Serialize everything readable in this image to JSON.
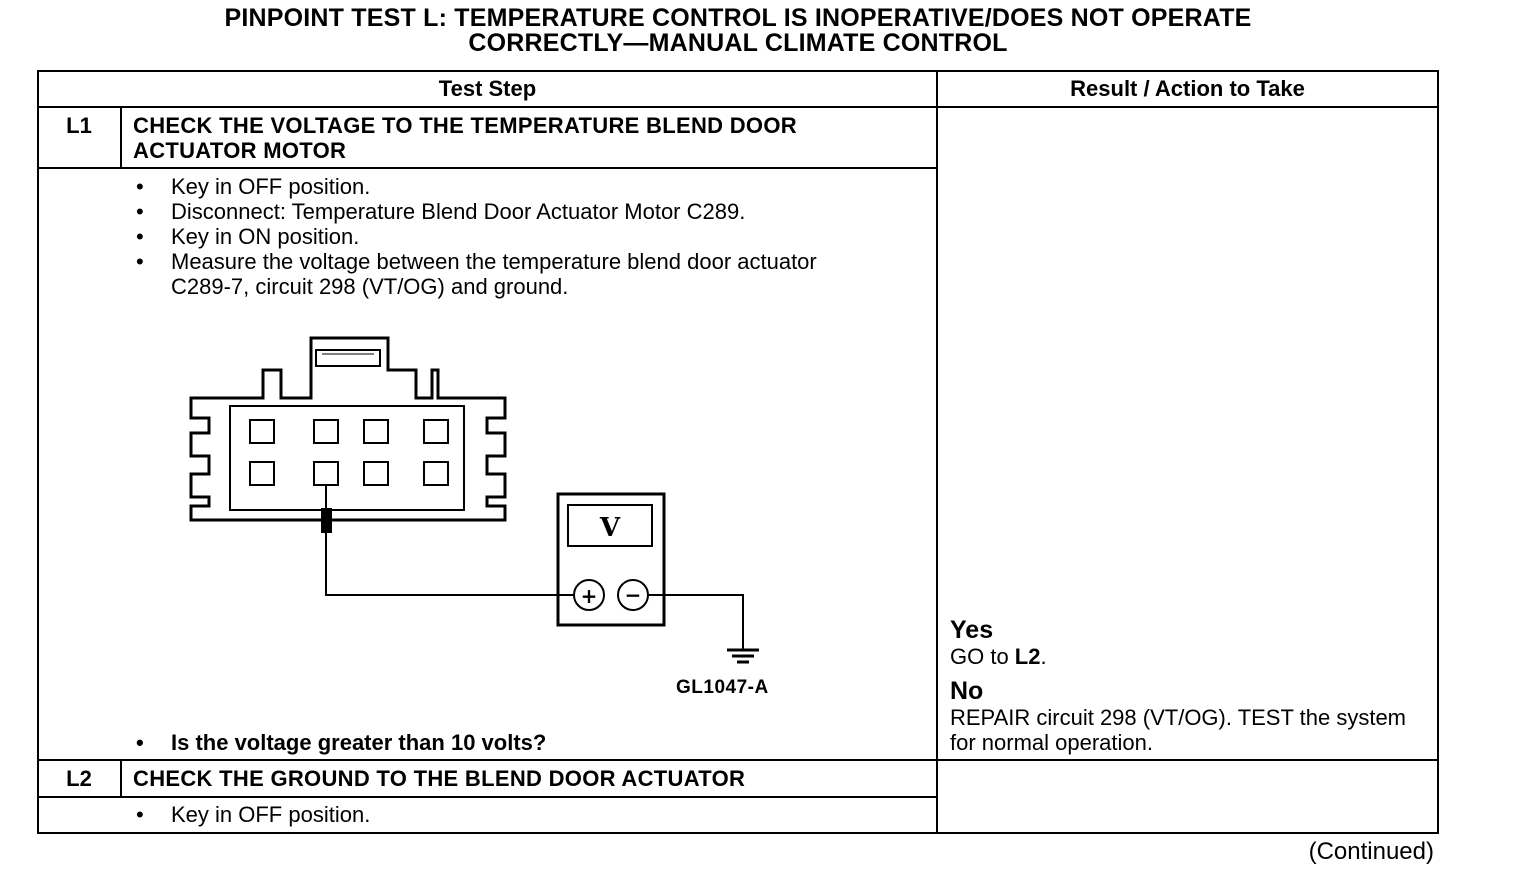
{
  "title": {
    "line1": "PINPOINT TEST L: TEMPERATURE CONTROL IS INOPERATIVE/DOES NOT OPERATE",
    "line2": "CORRECTLY—MANUAL CLIMATE CONTROL"
  },
  "table": {
    "header_test_step": "Test Step",
    "header_result": "Result / Action to Take"
  },
  "steps": [
    {
      "id": "L1",
      "heading_line1": "CHECK THE VOLTAGE TO THE TEMPERATURE BLEND DOOR",
      "heading_line2": "ACTUATOR MOTOR",
      "bullets": [
        "Key in OFF position.",
        "Disconnect: Temperature Blend Door Actuator Motor C289.",
        "Key in ON position.",
        "Measure the voltage between the temperature blend door actuator C289-7, circuit 298 (VT/OG) and ground."
      ],
      "question": "Is the voltage greater than 10 volts?",
      "figure_id": "GL1047-A",
      "meter_symbol": "V",
      "meter_plus": "+",
      "meter_minus": "−",
      "results": {
        "yes_label": "Yes",
        "yes_text_prefix": "GO to ",
        "yes_text_target": "L2",
        "yes_text_suffix": ".",
        "no_label": "No",
        "no_text": "REPAIR circuit 298 (VT/OG). TEST the system for normal operation."
      }
    },
    {
      "id": "L2",
      "heading": "CHECK THE GROUND TO THE BLEND DOOR ACTUATOR",
      "bullets": [
        "Key in OFF position."
      ]
    }
  ],
  "footer": {
    "continued": "(Continued)"
  }
}
